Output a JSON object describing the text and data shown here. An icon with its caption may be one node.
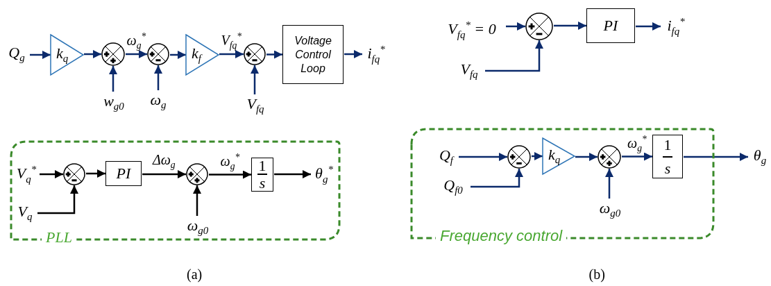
{
  "diagram": {
    "nodes": [
      {
        "text": [
          "Q$_{g}$"
        ]
      },
      {
        "text": [
          "k$_{q}$"
        ]
      },
      {
        "text": [],
        "shape": "circle"
      },
      {
        "text": [
          "w$_{g0}$"
        ]
      },
      {
        "text": [],
        "shape": "circle"
      },
      {
        "text": [
          "ω$_{g}$"
        ]
      },
      {
        "text": [
          "k$_{f}$"
        ]
      },
      {
        "text": [],
        "shape": "circle"
      },
      {
        "text": [
          "V$_{fq}$"
        ]
      },
      {
        "text": [
          "Voltage Control Loop"
        ]
      },
      {
        "text": [
          "i$_{fq}$$^{*}$"
        ]
      },
      {
        "text": [
          "PLL"
        ]
      },
      {
        "text": [
          "V$_{q}$$^{*}$"
        ],
        "in": 11
      },
      {
        "text": [],
        "shape": "circle",
        "in": 11
      },
      {
        "text": [
          "V$_{q}$"
        ],
        "in": 11
      },
      {
        "text": [
          "PI"
        ],
        "in": 11
      },
      {
        "text": [],
        "shape": "circle",
        "in": 11
      },
      {
        "text": [
          "ω$_{g0}$"
        ],
        "in": 11
      },
      {
        "text": [
          "1",
          "s"
        ],
        "in": 11
      },
      {
        "text": [
          "θ$_{g}$$^{*}$"
        ],
        "in": 11
      },
      {
        "text": [
          "V$_{fq}$$^{*}$ = 0"
        ]
      },
      {
        "text": [],
        "shape": "circle"
      },
      {
        "text": [
          "V$_{fq}$"
        ]
      },
      {
        "text": [
          "PI"
        ]
      },
      {
        "text": [
          "i$_{fq}$$^{*}$"
        ]
      },
      {
        "text": [
          "Frequency control"
        ]
      },
      {
        "text": [
          "Q$_{f}$"
        ],
        "in": 25
      },
      {
        "text": [],
        "shape": "circle",
        "in": 25
      },
      {
        "text": [
          "Q$_{f0}$"
        ],
        "in": 25
      },
      {
        "text": [
          "k$_{q}$"
        ],
        "in": 25
      },
      {
        "text": [],
        "shape": "circle",
        "in": 25
      },
      {
        "text": [
          "ω$_{g0}$"
        ],
        "in": 25
      },
      {
        "text": [
          "1",
          "s"
        ],
        "in": 25
      },
      {
        "text": [
          "θ$_{g}$"
        ]
      }
    ],
    "edges": [
      {
        "from": 0,
        "to": 1,
        "arrow": "to"
      },
      {
        "from": 1,
        "to": 2,
        "arrow": "to"
      },
      {
        "from": 3,
        "to": 2,
        "arrow": "to"
      },
      {
        "from": 2,
        "to": 4,
        "arrow": "to",
        "label": "ω$_{g}$$^{*}$"
      },
      {
        "from": 5,
        "to": 4,
        "arrow": "to"
      },
      {
        "from": 4,
        "to": 6,
        "arrow": "to"
      },
      {
        "from": 6,
        "to": 7,
        "arrow": "to",
        "label": "V$_{fq}$$^{*}$"
      },
      {
        "from": 8,
        "to": 7,
        "arrow": "to"
      },
      {
        "from": 7,
        "to": 9,
        "arrow": "to"
      },
      {
        "from": 9,
        "to": 10,
        "arrow": "to"
      },
      {
        "from": 12,
        "to": 13,
        "arrow": "to",
        "color": "#000000"
      },
      {
        "from": 14,
        "to": 13,
        "arrow": "to",
        "color": "#000000"
      },
      {
        "from": 13,
        "to": 15,
        "arrow": "to",
        "color": "#000000"
      },
      {
        "from": 15,
        "to": 16,
        "arrow": "to",
        "label": "Δω$_{g}$",
        "color": "#000000"
      },
      {
        "from": 17,
        "to": 16,
        "arrow": "to",
        "color": "#000000"
      },
      {
        "from": 16,
        "to": 18,
        "arrow": "to",
        "label": "ω$_{g}$$^{*}$",
        "color": "#000000"
      },
      {
        "from": 18,
        "to": 19,
        "arrow": "to",
        "color": "#000000"
      },
      {
        "from": 20,
        "to": 21,
        "arrow": "to"
      },
      {
        "from": 22,
        "to": 21,
        "arrow": "to"
      },
      {
        "from": 21,
        "to": 23,
        "arrow": "to"
      },
      {
        "from": 23,
        "to": 24,
        "arrow": "to"
      },
      {
        "from": 26,
        "to": 27,
        "arrow": "to"
      },
      {
        "from": 28,
        "to": 27,
        "arrow": "to"
      },
      {
        "from": 27,
        "to": 29,
        "arrow": "to"
      },
      {
        "from": 29,
        "to": 30,
        "arrow": "to"
      },
      {
        "from": 31,
        "to": 30,
        "arrow": "to"
      },
      {
        "from": 30,
        "to": 32,
        "arrow": "to",
        "label": "ω$_{g}$$^{*}$"
      },
      {
        "from": 32,
        "to": 33,
        "arrow": "to"
      }
    ],
    "labels": [
      "(a)",
      "(b)"
    ]
  }
}
